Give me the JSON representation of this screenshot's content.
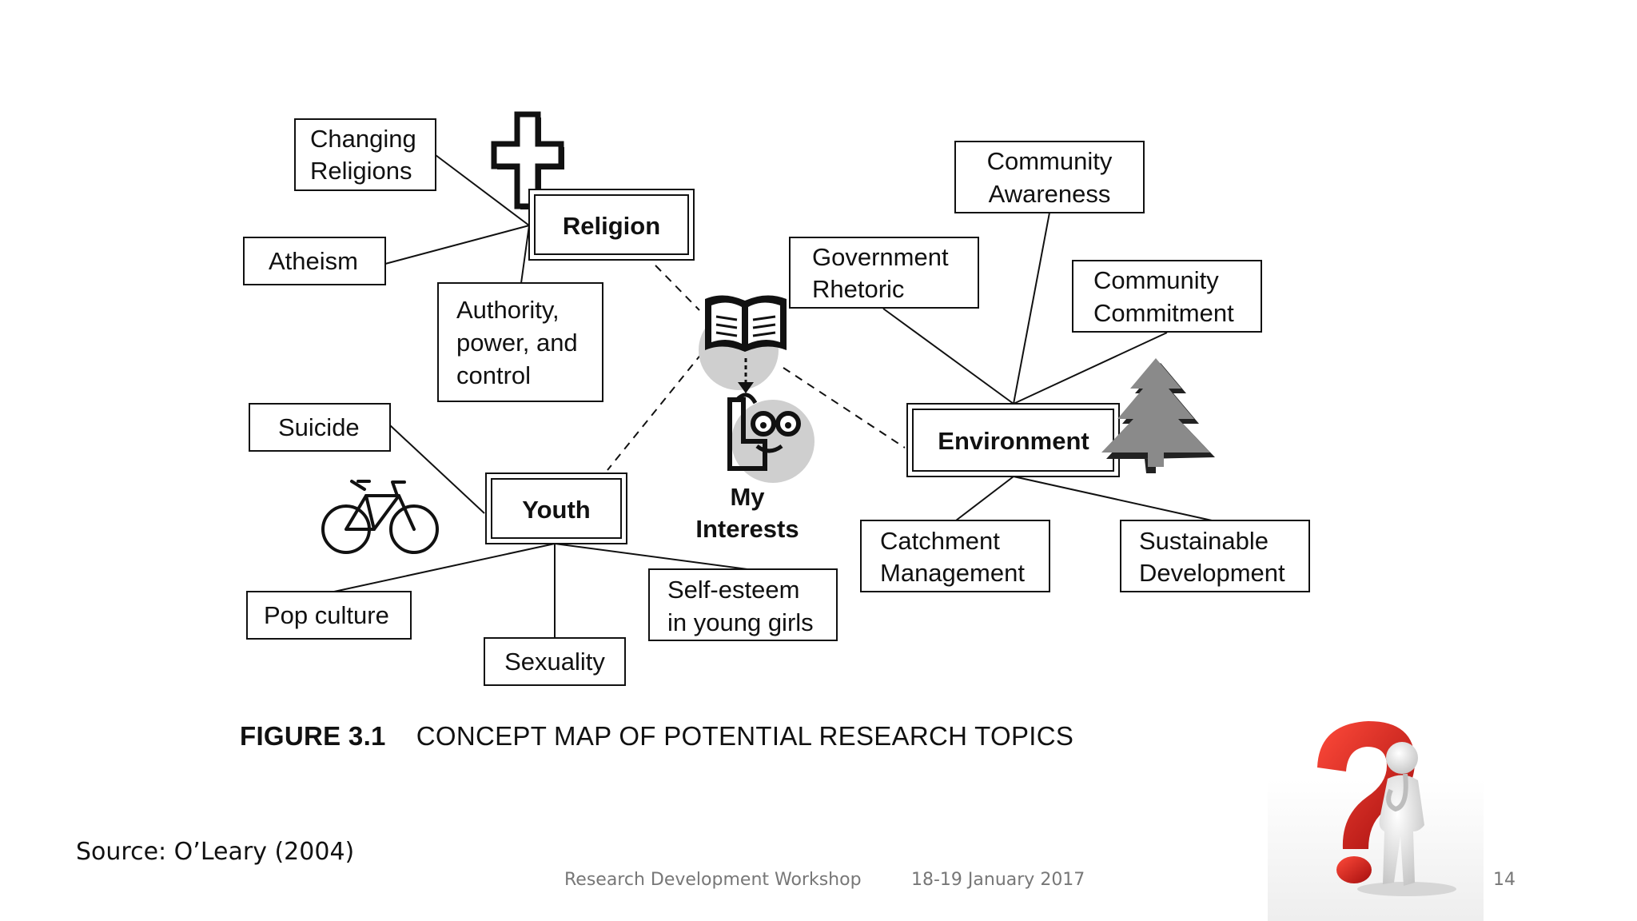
{
  "diagram": {
    "hubs": {
      "religion": "Religion",
      "youth": "Youth",
      "environment": "Environment"
    },
    "center": [
      "My",
      "Interests"
    ],
    "religion_topics": {
      "changing_religions": [
        "Changing",
        "Religions"
      ],
      "atheism": [
        "Atheism"
      ],
      "authority": [
        "Authority,",
        "power, and",
        "control"
      ]
    },
    "youth_topics": {
      "suicide": [
        "Suicide"
      ],
      "pop_culture": [
        "Pop culture"
      ],
      "sexuality": [
        "Sexuality"
      ],
      "self_esteem": [
        "Self-esteem",
        "in young girls"
      ]
    },
    "environment_topics": {
      "government_rhetoric": [
        "Government",
        "Rhetoric"
      ],
      "community_awareness": [
        "Community",
        "Awareness"
      ],
      "community_commitment": [
        "Community",
        "Commitment"
      ],
      "catchment_management": [
        "Catchment",
        "Management"
      ],
      "sustainable_development": [
        "Sustainable",
        "Development"
      ]
    },
    "icons": [
      "cross-icon",
      "bicycle-icon",
      "book-icon",
      "thinking-face-icon",
      "pine-tree-icon",
      "question-mark-figure-icon"
    ]
  },
  "caption": {
    "figure_number": "FIGURE 3.1",
    "title": "CONCEPT MAP OF POTENTIAL RESEARCH TOPICS"
  },
  "source": "Source: O’Leary (2004)",
  "footer": {
    "workshop": "Research Development Workshop",
    "date": "18-19 January 2017",
    "page": "14"
  },
  "colors": {
    "question_mark": "#d81f1f",
    "tree": "#8a8a8a",
    "footer_text": "#777777"
  }
}
